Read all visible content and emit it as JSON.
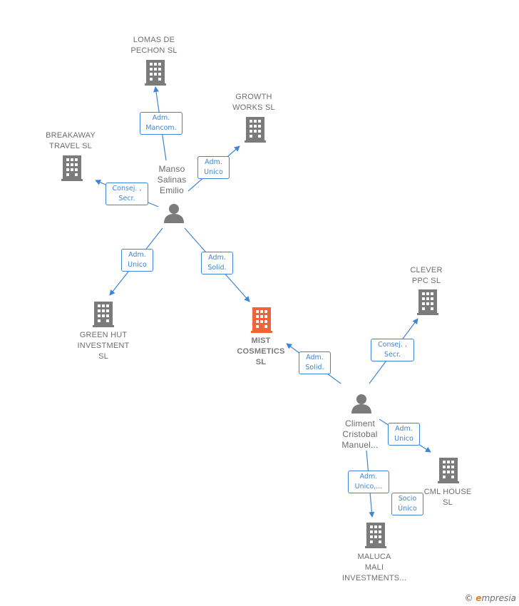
{
  "colors": {
    "company": "#7b7b7b",
    "focus_company": "#f0643a",
    "person": "#7b7b7b",
    "edge": "#3d85d6"
  },
  "companies": {
    "lomas": {
      "label": "LOMAS DE\nPECHON  SL"
    },
    "growth": {
      "label": "GROWTH\nWORKS  SL"
    },
    "breakaway": {
      "label": "BREAKAWAY\nTRAVEL SL"
    },
    "greenhut": {
      "label": "GREEN HUT\nINVESTMENT\nSL"
    },
    "mist": {
      "label": "MIST\nCOSMETICS\nSL"
    },
    "clever": {
      "label": "CLEVER\nPPC SL"
    },
    "cml": {
      "label": "CML HOUSE\nSL"
    },
    "maluca": {
      "label": "MALUCA\nMALI\nINVESTMENTS..."
    }
  },
  "persons": {
    "manso": {
      "label": "Manso\nSalinas\nEmilio"
    },
    "climent": {
      "label": "Climent\nCristobal\nManuel..."
    }
  },
  "edges": {
    "manso_lomas": "Adm.\nMancom.",
    "manso_growth": "Adm.\nUnico",
    "manso_breakaway": "Consej. ,\nSecr.",
    "manso_greenhut": "Adm.\nUnico",
    "manso_mist": "Adm.\nSolid.",
    "climent_mist": "Adm.\nSolid.",
    "climent_clever": "Consej. ,\nSecr.",
    "climent_cml_1": "Adm.\nUnico",
    "climent_cml_2": "Socio\nÚnico",
    "climent_maluca": "Adm.\nUnico,..."
  },
  "footer": {
    "copyright": "©",
    "brand_e": "e",
    "brand_rest": "mpresia"
  }
}
